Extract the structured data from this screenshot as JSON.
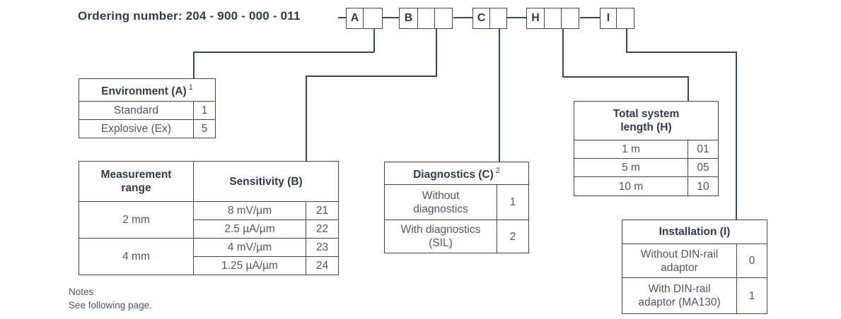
{
  "page": {
    "title": "Ordering number: 204 - 900 - 000 - 011",
    "notes": [
      "Notes",
      "See following page."
    ]
  },
  "code_groups": [
    {
      "letter": "A",
      "empty_cells": 1
    },
    {
      "letter": "B",
      "empty_cells": 2
    },
    {
      "letter": "C",
      "empty_cells": 1
    },
    {
      "letter": "H",
      "empty_cells": 2
    },
    {
      "letter": "I",
      "empty_cells": 1
    }
  ],
  "tables": {
    "environment": {
      "title": "Environment (A)",
      "sup": "1",
      "rows": [
        {
          "label": "Standard",
          "code": "1"
        },
        {
          "label": "Explosive (Ex)",
          "code": "5"
        }
      ]
    },
    "sensitivity": {
      "range_header": "Measurement range",
      "title": "Sensitivity (B)",
      "groups": [
        {
          "range": "2 mm",
          "options": [
            {
              "label": "8 mV/µm",
              "code": "21"
            },
            {
              "label": "2.5 µA/µm",
              "code": "22"
            }
          ]
        },
        {
          "range": "4 mm",
          "options": [
            {
              "label": "4 mV/µm",
              "code": "23"
            },
            {
              "label": "1.25 µA/µm",
              "code": "24"
            }
          ]
        }
      ]
    },
    "diagnostics": {
      "title": "Diagnostics (C)",
      "sup": "2",
      "rows": [
        {
          "label": "Without diagnostics",
          "code": "1"
        },
        {
          "label": "With diagnostics (SIL)",
          "code": "2"
        }
      ]
    },
    "length": {
      "title": "Total system length (H)",
      "rows": [
        {
          "label": "1 m",
          "code": "01"
        },
        {
          "label": "5 m",
          "code": "05"
        },
        {
          "label": "10 m",
          "code": "10"
        }
      ]
    },
    "installation": {
      "title": "Installation (I)",
      "rows": [
        {
          "label": "Without DIN-rail adaptor",
          "code": "0"
        },
        {
          "label": "With DIN-rail adaptor (MA130)",
          "code": "1"
        }
      ]
    }
  },
  "colors": {
    "ink": "#323b4c",
    "body_text": "#4e5867",
    "line": "#3d4552"
  }
}
